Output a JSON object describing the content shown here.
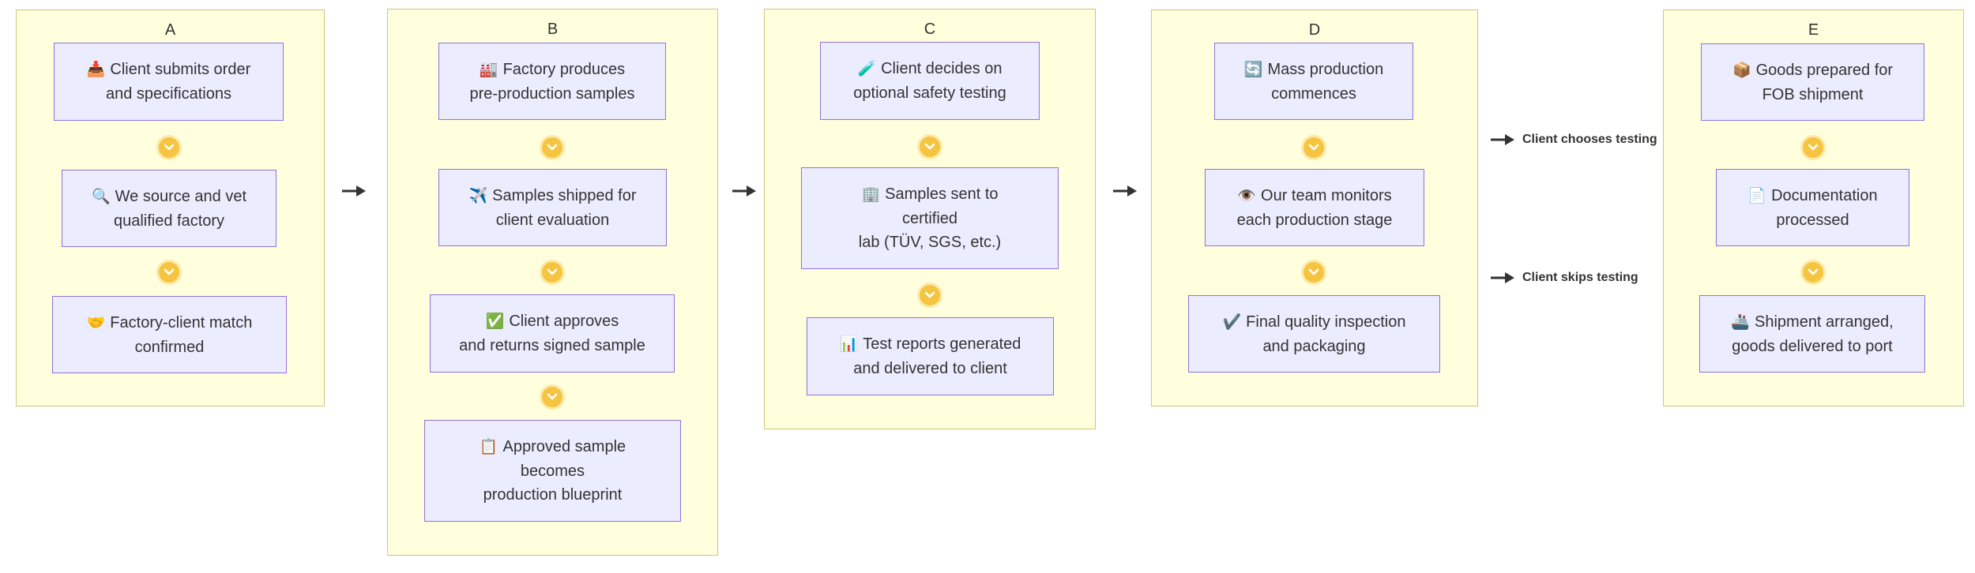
{
  "lanes": [
    {
      "title": "A",
      "steps": [
        {
          "icon": "📥",
          "text": "Client submits order\nand specifications"
        },
        {
          "icon": "🔍",
          "text": "We source and vet\nqualified factory"
        },
        {
          "icon": "🤝",
          "text": "Factory-client match\nconfirmed"
        }
      ]
    },
    {
      "title": "B",
      "steps": [
        {
          "icon": "🏭",
          "text": "Factory produces\npre-production samples"
        },
        {
          "icon": "✈️",
          "text": "Samples shipped for\nclient evaluation"
        },
        {
          "icon": "✅",
          "text": "Client approves\nand returns signed sample"
        },
        {
          "icon": "📋",
          "text": "Approved sample\nbecomes\nproduction blueprint"
        }
      ]
    },
    {
      "title": "C",
      "steps": [
        {
          "icon": "🧪",
          "text": "Client decides on\noptional safety testing"
        },
        {
          "icon": "🏢",
          "text": "Samples sent to\ncertified\nlab (TÜV, SGS, etc.)"
        },
        {
          "icon": "📊",
          "text": "Test reports generated\nand delivered to client"
        }
      ]
    },
    {
      "title": "D",
      "steps": [
        {
          "icon": "🔄",
          "text": "Mass production\ncommences"
        },
        {
          "icon": "👁️",
          "text": "Our team monitors\neach production stage"
        },
        {
          "icon": "✔️",
          "text": "Final quality inspection\nand packaging"
        }
      ]
    },
    {
      "title": "E",
      "steps": [
        {
          "icon": "📦",
          "text": "Goods prepared for\nFOB shipment"
        },
        {
          "icon": "📄",
          "text": "Documentation\nprocessed"
        },
        {
          "icon": "🚢",
          "text": "Shipment arranged,\ngoods delivered to port"
        }
      ]
    }
  ],
  "branches": [
    {
      "label": "Client chooses testing"
    },
    {
      "label": "Client skips testing"
    }
  ],
  "colors": {
    "lane_fill": "#ffffde",
    "lane_border": "#c9c980",
    "step_fill": "#ececff",
    "step_border": "#9370db",
    "connector": "#f5c542",
    "text": "#333333",
    "arrow": "#333333"
  }
}
